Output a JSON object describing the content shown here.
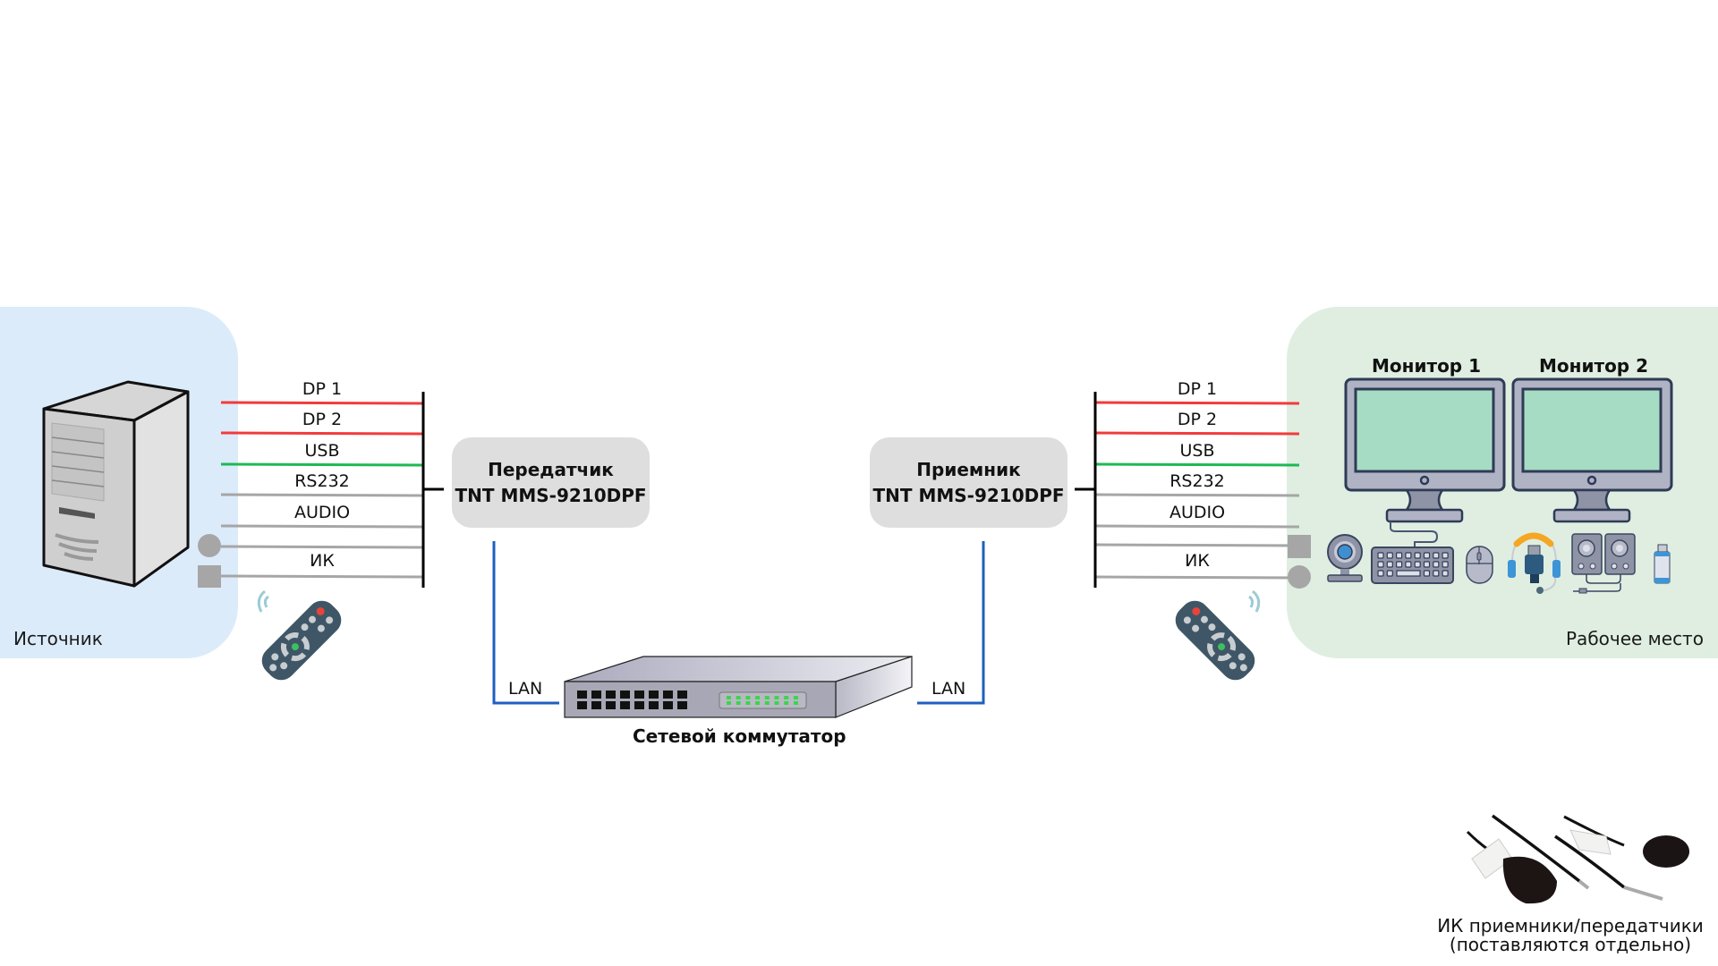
{
  "source": {
    "label": "Источник"
  },
  "workstation": {
    "label": "Рабочее место",
    "monitors": [
      "Монитор 1",
      "Монитор 2"
    ],
    "peripherals": [
      "webcam",
      "keyboard",
      "mouse",
      "headset",
      "speakers",
      "usb-flash-drive"
    ]
  },
  "transmitter": {
    "title": "Передатчик",
    "model": "TNT MMS-9210DPF"
  },
  "receiver": {
    "title": "Приемник",
    "model": "TNT MMS-9210DPF"
  },
  "signals": [
    {
      "label": "DP 1",
      "color": "#f23b3b"
    },
    {
      "label": "DP 2",
      "color": "#f23b3b"
    },
    {
      "label": "USB",
      "color": "#1db954"
    },
    {
      "label": "RS232",
      "color": "#a6a6a6"
    },
    {
      "label": "AUDIO",
      "color": "#a6a6a6"
    },
    {
      "label": "",
      "color": "#a6a6a6"
    },
    {
      "label": "ИК",
      "color": "#a6a6a6"
    }
  ],
  "network": {
    "switch_label": "Сетевой коммутатор",
    "lan_left": "LAN",
    "lan_right": "LAN",
    "lan_color": "#1f5fbf"
  },
  "ir_accessory": {
    "caption_line1": "ИК приемники/передатчики",
    "caption_line2": "(поставляются отдельно)"
  },
  "colors": {
    "source_bg": "#dcebfa",
    "workstation_bg": "#dfeee1",
    "device_box": "#dedede",
    "bus": "#000000"
  }
}
